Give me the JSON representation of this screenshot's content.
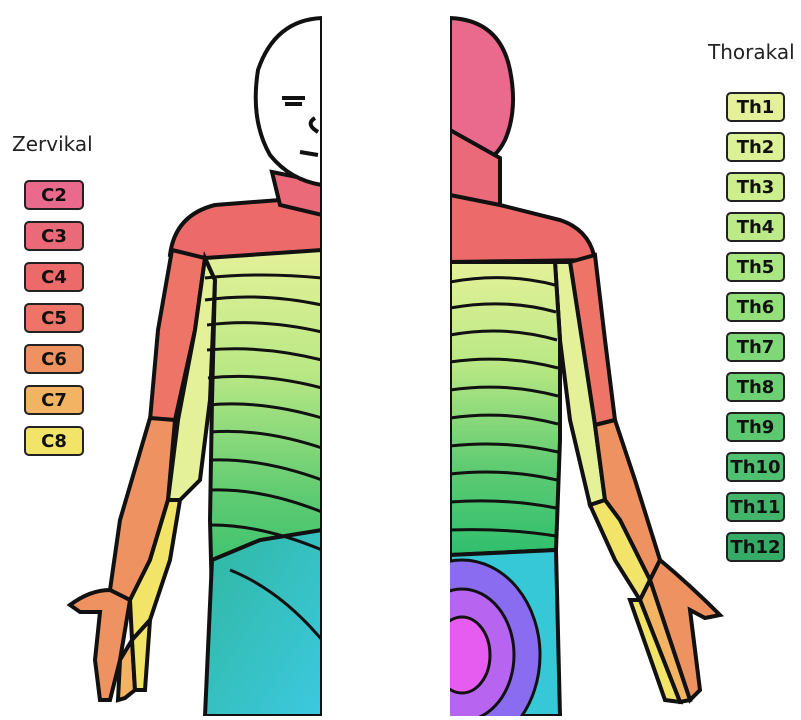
{
  "groups": {
    "cervical": {
      "title": "Zervikal",
      "segments": [
        {
          "label": "C2",
          "color": "#ea6a8d"
        },
        {
          "label": "C3",
          "color": "#eb6a7a"
        },
        {
          "label": "C4",
          "color": "#ec6a6a"
        },
        {
          "label": "C5",
          "color": "#ed7467"
        },
        {
          "label": "C6",
          "color": "#ef9262"
        },
        {
          "label": "C7",
          "color": "#f2b463"
        },
        {
          "label": "C8",
          "color": "#f2e468"
        }
      ]
    },
    "thoracic": {
      "title": "Thorakal",
      "segments": [
        {
          "label": "Th1",
          "color": "#e5f198"
        },
        {
          "label": "Th2",
          "color": "#dcf195"
        },
        {
          "label": "Th3",
          "color": "#cdee8d"
        },
        {
          "label": "Th4",
          "color": "#bcea87"
        },
        {
          "label": "Th5",
          "color": "#a8e681"
        },
        {
          "label": "Th6",
          "color": "#93e07b"
        },
        {
          "label": "Th7",
          "color": "#7fd877"
        },
        {
          "label": "Th8",
          "color": "#6dd174"
        },
        {
          "label": "Th9",
          "color": "#5cc971"
        },
        {
          "label": "Th10",
          "color": "#4fc06f"
        },
        {
          "label": "Th11",
          "color": "#42b56b"
        },
        {
          "label": "Th12",
          "color": "#36ab68"
        }
      ]
    }
  },
  "region_colors": {
    "skin": "#ffffff",
    "neck_c3": "#eb6a7a",
    "shoulder_c4": "#ec6a6a",
    "upper_arm_c5": "#ed7467",
    "forearm_c6": "#ef9262",
    "hand_c7": "#f2b463",
    "hand_c8": "#f2e468",
    "arm_th1": "#e5f198",
    "lumbar": "#36c8d6",
    "sacral_outer": "#8a6cf0",
    "sacral_inner": "#e75cf0"
  }
}
